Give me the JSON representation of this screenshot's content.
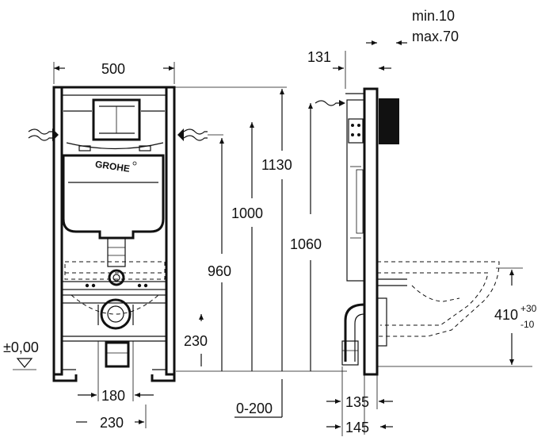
{
  "labels": {
    "width_500": "500",
    "height_1130": "1130",
    "height_1000": "1000",
    "height_960": "960",
    "height_1060": "1060",
    "height_230": "230",
    "zero_level": "±0,00",
    "width_180": "180",
    "width_230": "230",
    "range_0_200": "0-200",
    "depth_135": "135",
    "depth_145": "145",
    "depth_131": "131",
    "min_10": "min.10",
    "max_70": "max.70",
    "height_410": "410",
    "tol_plus": "+30",
    "tol_minus": "-10",
    "logo": "GROHE"
  }
}
